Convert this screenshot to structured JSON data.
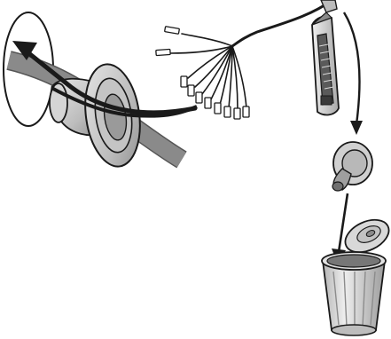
{
  "figure": {
    "description_visible_text": "",
    "steps": [
      {
        "id": "pull-wire-harness-through-grommet"
      },
      {
        "id": "cut-off-grommet-with-utility-knife"
      },
      {
        "id": "discard-cut-grommet-in-trash"
      }
    ],
    "colors": {
      "line": "#1a1a1a",
      "cable_dark": "#2b2b2b",
      "cable_gray": "#8a8a8a",
      "grommet_light": "#c9c9c9",
      "grommet_shadow": "#9e9e9e",
      "knife_body": "#d6d6d6",
      "knife_dark": "#5a5a5a",
      "bin_light": "#d9d9d9",
      "bin_shadow": "#a9a9a9"
    },
    "icons": [
      "curved-arrow-icon",
      "down-arrow-icon",
      "utility-knife-icon",
      "grommet-icon",
      "trash-can-icon"
    ]
  }
}
